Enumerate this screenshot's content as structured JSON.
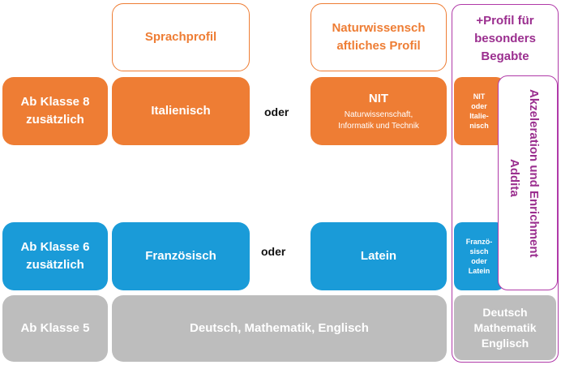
{
  "colors": {
    "orange": "#ee7d34",
    "blue": "#1a9bd8",
    "grey": "#bdbdbd",
    "purple": "#9b2f8f"
  },
  "headers": {
    "sprachprofil": "Sprachprofil",
    "natur_line1": "Naturwissensch",
    "natur_line2": "aftliches Profil",
    "begabte_line1": "+Profil für",
    "begabte_line2": "besonders",
    "begabte_line3": "Begabte"
  },
  "row8": {
    "label_line1": "Ab Klasse 8",
    "label_line2": "zusätzlich",
    "option_a": "Italienisch",
    "or": "oder",
    "nit_title": "NIT",
    "nit_sub_line1": "Naturwissenschaft,",
    "nit_sub_line2": "Informatik und Technik",
    "small_line1": "NIT",
    "small_line2": "oder",
    "small_line3": "Italie-",
    "small_line4": "nisch"
  },
  "row6": {
    "label_line1": "Ab Klasse 6",
    "label_line2": "zusätzlich",
    "option_a": "Französisch",
    "or": "oder",
    "option_b": "Latein",
    "small_line1": "Franzö-",
    "small_line2": "sisch",
    "small_line3": "oder",
    "small_line4": "Latein"
  },
  "row5": {
    "label": "Ab Klasse 5",
    "subjects": "Deutsch, Mathematik, Englisch",
    "small_line1": "Deutsch",
    "small_line2": "Mathematik",
    "small_line3": "Englisch"
  },
  "akzeleration": {
    "line1": "Akzeleration und Enrichment",
    "line2": "Addita"
  }
}
